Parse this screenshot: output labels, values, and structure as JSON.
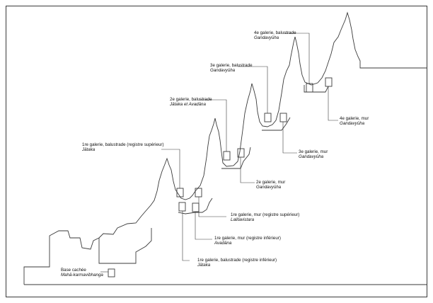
{
  "colors": {
    "line": "#3a3a3a",
    "text": "#111111",
    "background": "#ffffff"
  },
  "labels": {
    "base": {
      "name": "Base cachée",
      "sub": "Mahā-karmavibhanga"
    },
    "g1_balustrade_sup": {
      "name": "1re galerie, balustrade (registre supérieur)",
      "sub": "Jātaka"
    },
    "g1_balustrade_inf": {
      "name": "1re galerie, balustrade (registre inférieur)",
      "sub": "Jātaka"
    },
    "g1_mur_sup": {
      "name": "1re galerie, mur (registre supérieur)",
      "sub": "Lalitavistara"
    },
    "g1_mur_inf": {
      "name": "1re galerie, mur (registre inférieur)",
      "sub": "Avadāna"
    },
    "g2_balustrade": {
      "name": "2e galerie, balustrade",
      "sub": "Jātaka et Avadāna"
    },
    "g2_mur": {
      "name": "2e galerie, mur",
      "sub": "Gandavyūha"
    },
    "g3_balustrade": {
      "name": "3e galerie, balustrade",
      "sub": "Gandavyūha"
    },
    "g3_mur": {
      "name": "3e galerie, mur",
      "sub": "Gandavyūha"
    },
    "g4_balustrade": {
      "name": "4e galerie, balustrade",
      "sub": "Gandavyūha"
    },
    "g4_mur": {
      "name": "4e galerie, mur",
      "sub": "Gandavyūha"
    }
  }
}
